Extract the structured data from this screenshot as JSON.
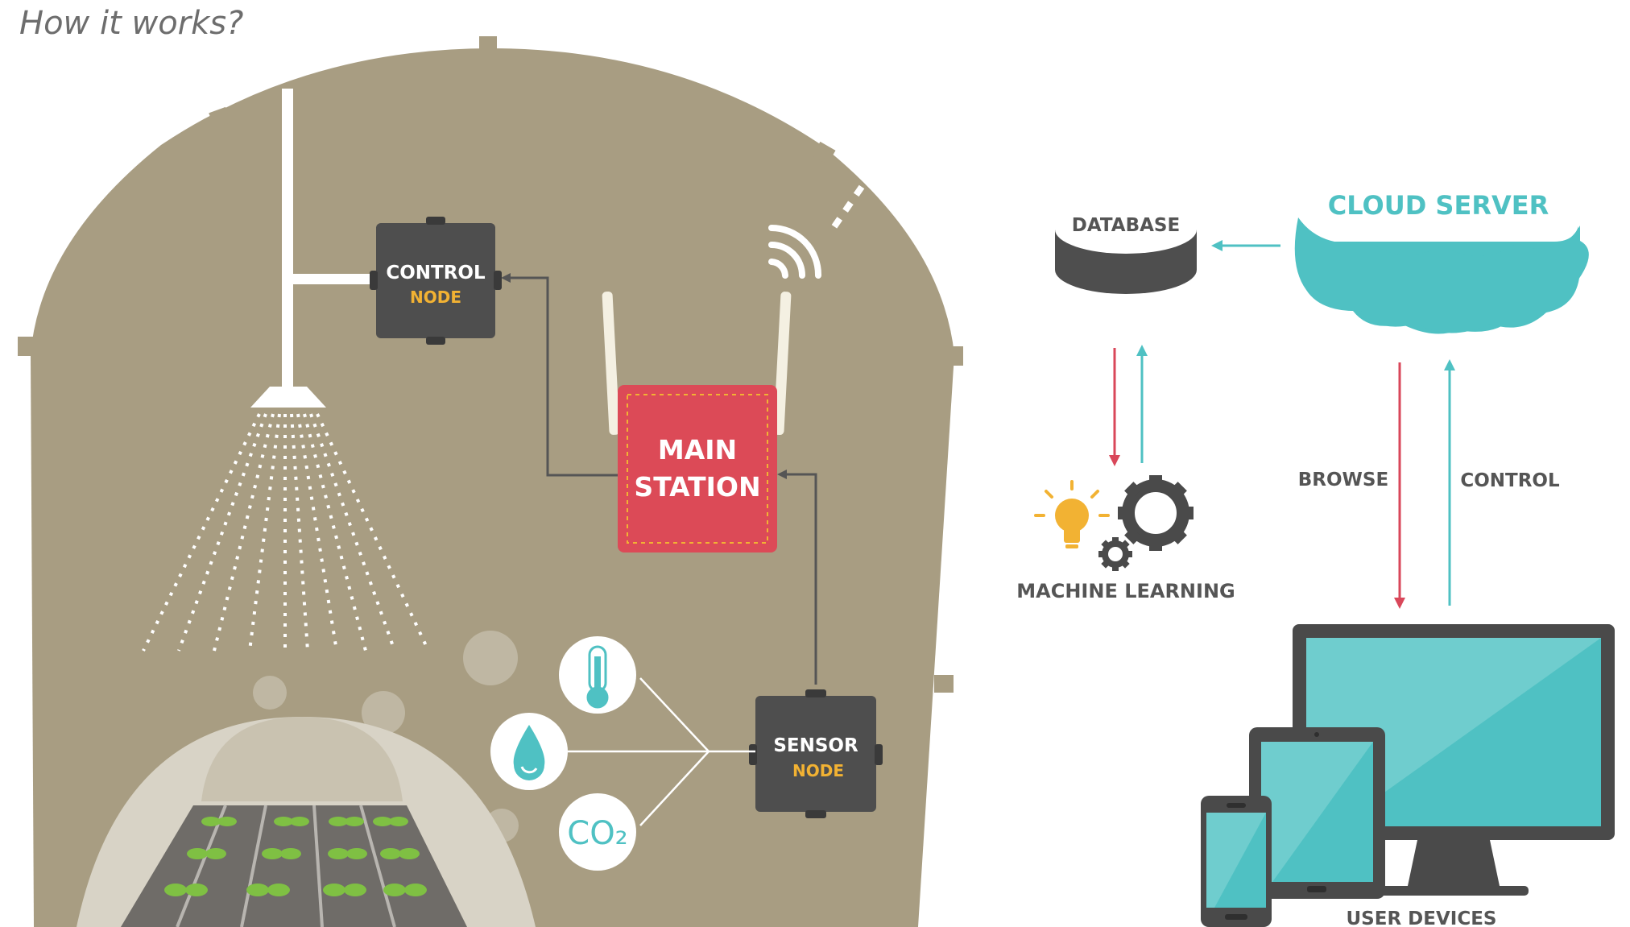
{
  "title": "How it works?",
  "greenhouse": {
    "control_node": {
      "line1": "CONTROL",
      "line2": "NODE"
    },
    "main_station": {
      "line1": "MAIN",
      "line2": "STATION"
    },
    "sensor_node": {
      "line1": "SENSOR",
      "line2": "NODE"
    },
    "sensors": [
      {
        "name": "thermometer-icon"
      },
      {
        "name": "water-drop-icon"
      },
      {
        "name": "co2-icon",
        "text": "CO₂"
      }
    ]
  },
  "cloud_side": {
    "cloud_server": "CLOUD SERVER",
    "database": "DATABASE",
    "machine_learning": "MACHINE LEARNING",
    "browse": "BROWSE",
    "control": "CONTROL",
    "user_devices": "USER DEVICES"
  },
  "colors": {
    "greenhouse": "#a89d82",
    "node": "#4e4e4e",
    "station": "#dc4a57",
    "accent_yellow": "#f2b233",
    "teal": "#4fc1c3",
    "red_arrow": "#d9475a",
    "dark_gray": "#4a4a4a"
  }
}
